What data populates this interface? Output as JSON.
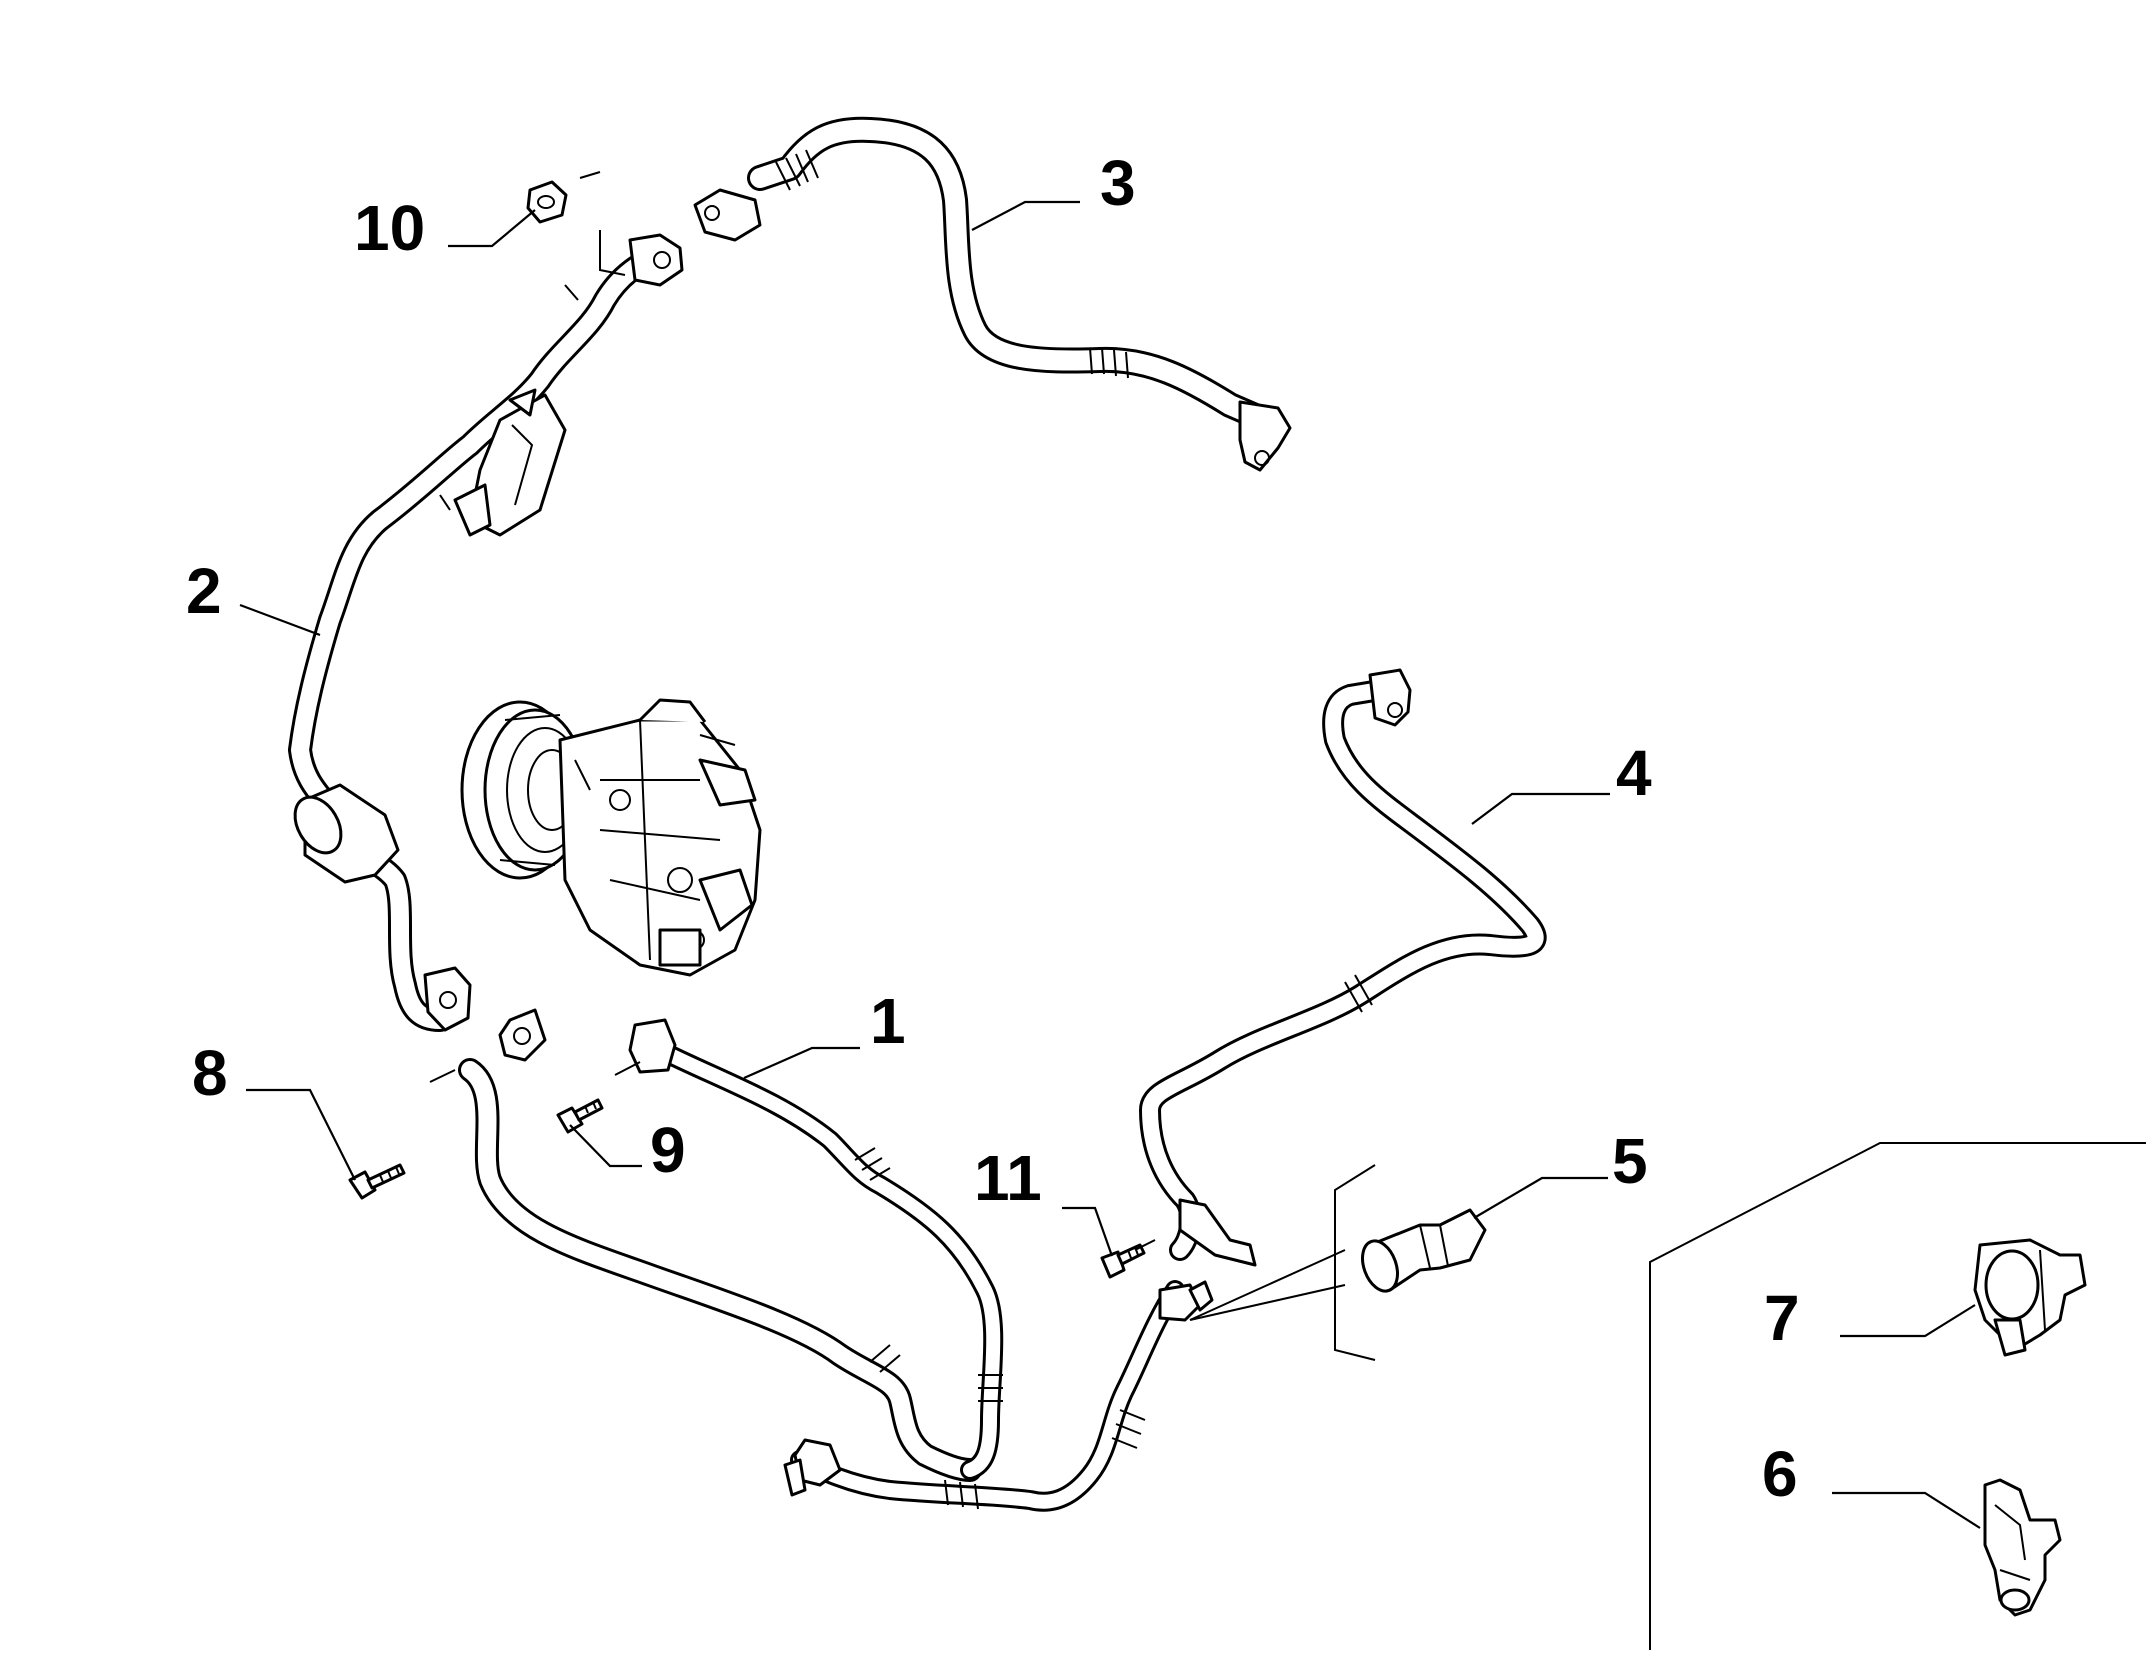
{
  "diagram": {
    "callouts": [
      "1",
      "2",
      "3",
      "4",
      "5",
      "6",
      "7",
      "8",
      "9",
      "10",
      "11"
    ],
    "colors": {
      "ink": "#000000",
      "paper": "#ffffff"
    }
  }
}
